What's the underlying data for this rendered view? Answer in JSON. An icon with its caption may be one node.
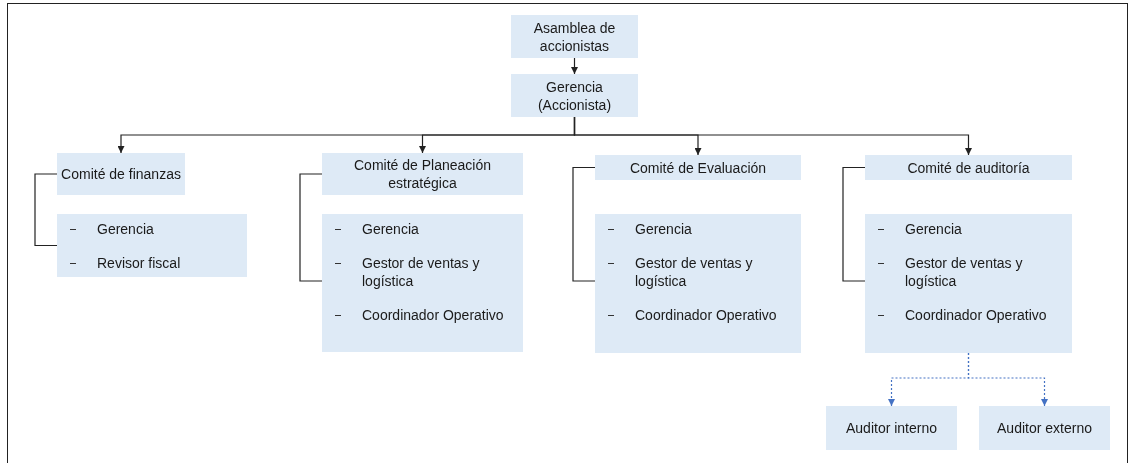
{
  "diagram": {
    "nodes": [
      {
        "text": [
          "Asamblea de accionistas"
        ]
      },
      {
        "text": [
          "Gerencia (Accionista)"
        ]
      },
      {
        "text": [
          "Comité de finanzas"
        ]
      },
      {
        "text": [
          "Gerencia",
          "Revisor fiscal"
        ]
      },
      {
        "text": [
          "Comité de Planeación estratégica"
        ]
      },
      {
        "text": [
          "Gerencia",
          "Gestor de ventas y logística",
          "Coordinador Operativo"
        ]
      },
      {
        "text": [
          "Comité de Evaluación"
        ]
      },
      {
        "text": [
          "Gerencia",
          "Gestor de ventas y logística",
          "Coordinador Operativo"
        ]
      },
      {
        "text": [
          "Comité de auditoría"
        ]
      },
      {
        "text": [
          "Gerencia",
          "Gestor de ventas y logística",
          "Coordinador Operativo"
        ]
      },
      {
        "text": [
          "Auditor interno"
        ]
      },
      {
        "text": [
          "Auditor externo"
        ]
      }
    ],
    "edges": [
      {
        "from": 0,
        "to": 1,
        "arrow": "to"
      },
      {
        "from": 1,
        "to": 2,
        "arrow": "to"
      },
      {
        "from": 1,
        "to": 4,
        "arrow": "to"
      },
      {
        "from": 1,
        "to": 6,
        "arrow": "to"
      },
      {
        "from": 1,
        "to": 8,
        "arrow": "to"
      },
      {
        "from": 2,
        "to": 3,
        "arrow": "none"
      },
      {
        "from": 4,
        "to": 5,
        "arrow": "none"
      },
      {
        "from": 6,
        "to": 7,
        "arrow": "none"
      },
      {
        "from": 8,
        "to": 9,
        "arrow": "none"
      },
      {
        "from": 9,
        "to": 10,
        "arrow": "to",
        "style": "dashed",
        "color": "#4472c4"
      },
      {
        "from": 9,
        "to": 11,
        "arrow": "to",
        "style": "dashed",
        "color": "#4472c4"
      }
    ]
  }
}
